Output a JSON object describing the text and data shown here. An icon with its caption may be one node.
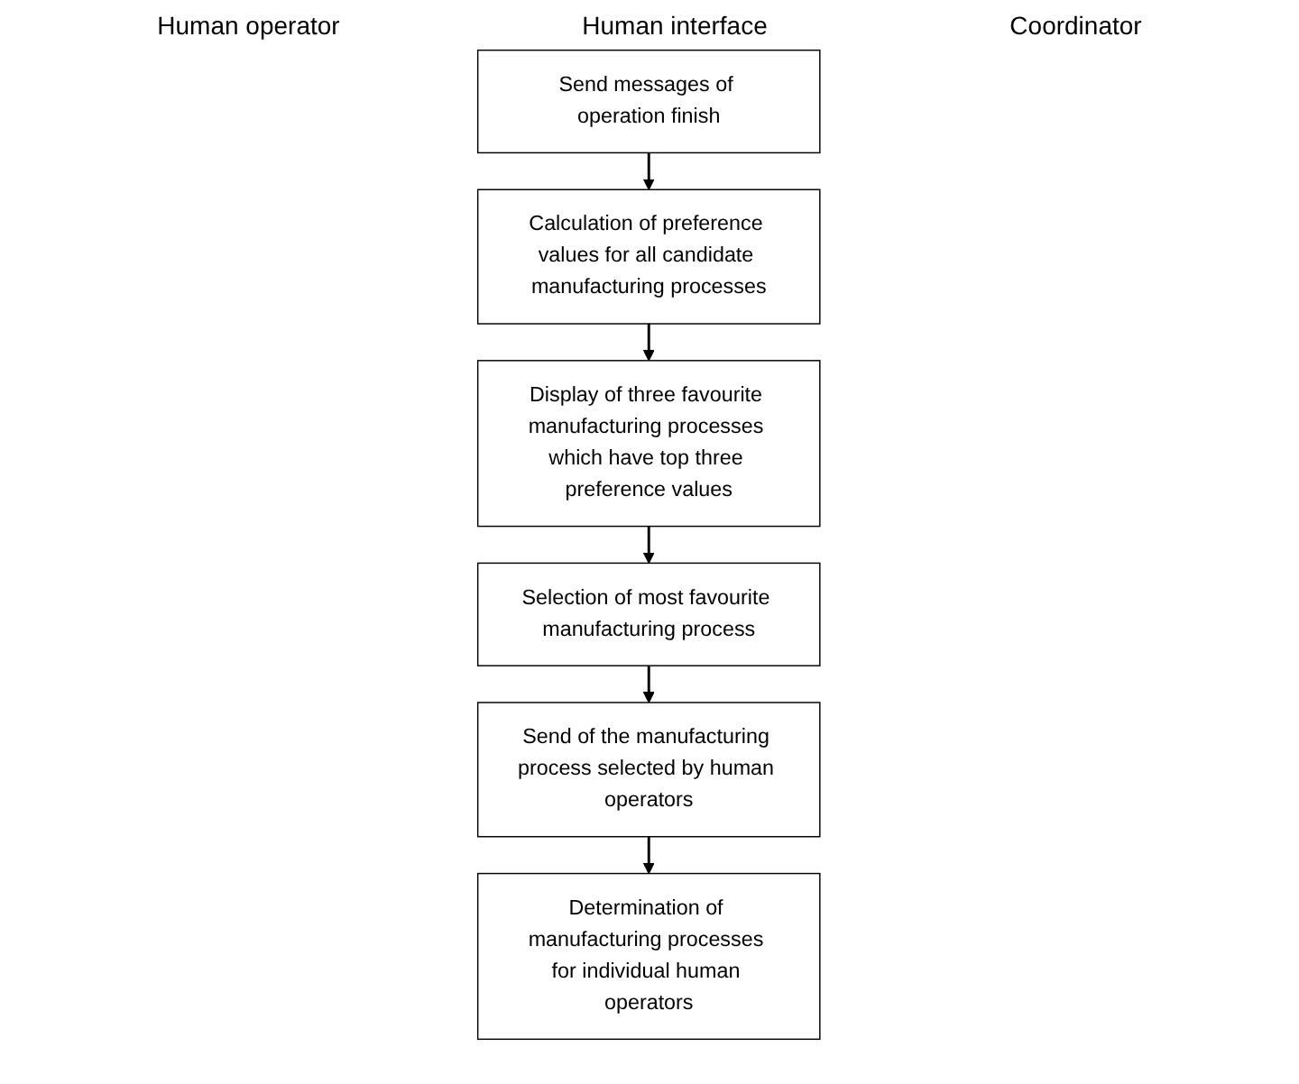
{
  "diagram": {
    "nodes": [
      {
        "text": [
          "Send messages of operation finish"
        ]
      },
      {
        "text": [
          "Calculation of preference values for all candidate manufacturing processes"
        ]
      },
      {
        "text": [
          "Display of three favourite manufacturing processes which have top three preference values"
        ]
      },
      {
        "text": [
          "Selection of most favourite manufacturing process"
        ]
      },
      {
        "text": [
          "Send of the manufacturing process selected by human operators"
        ]
      },
      {
        "text": [
          "Determination of manufacturing processes for individual human operators"
        ]
      }
    ],
    "edges": [
      {
        "from": 0,
        "to": 1,
        "arrow": "to"
      },
      {
        "from": 1,
        "to": 2,
        "arrow": "to"
      },
      {
        "from": 2,
        "to": 3,
        "arrow": "to"
      },
      {
        "from": 3,
        "to": 4,
        "arrow": "to"
      },
      {
        "from": 4,
        "to": 5,
        "arrow": "to"
      }
    ],
    "labels": [
      "Human operator",
      "Human interface",
      "Coordinator"
    ]
  }
}
